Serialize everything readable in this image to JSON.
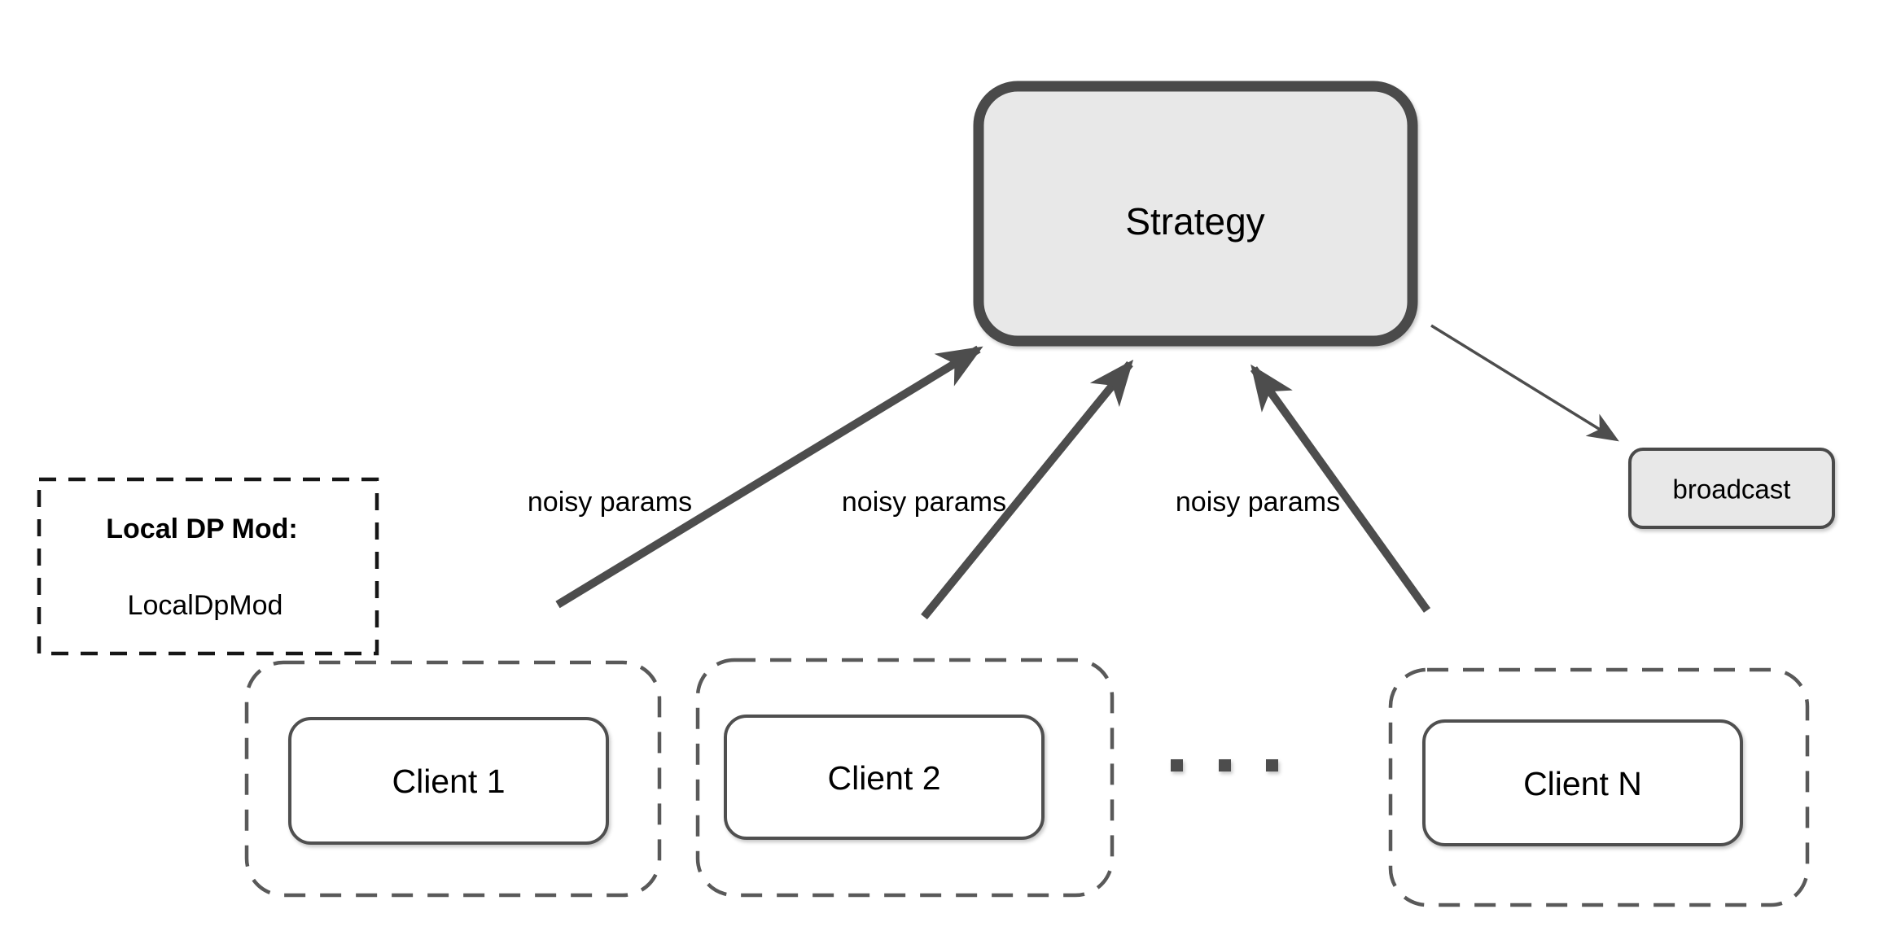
{
  "diagram": {
    "strategy": {
      "label": "Strategy"
    },
    "broadcast": {
      "label": "broadcast"
    },
    "local_dp_mod": {
      "title": "Local DP Mod:",
      "value": "LocalDpMod"
    },
    "clients": [
      {
        "label": "Client 1"
      },
      {
        "label": "Client 2"
      },
      {
        "label": "Client N"
      }
    ],
    "edge_labels": [
      "noisy params",
      "noisy params",
      "noisy params"
    ],
    "ellipsis": "...",
    "colors": {
      "node_fill": "#e8e8e8",
      "node_border": "#4a4a4a",
      "client_fill": "#ffffff",
      "client_border": "#4f4f4f",
      "dashed_border": "#595959",
      "localdp_border": "#161616",
      "arrow": "#4d4d4d",
      "text": "#000000"
    }
  }
}
